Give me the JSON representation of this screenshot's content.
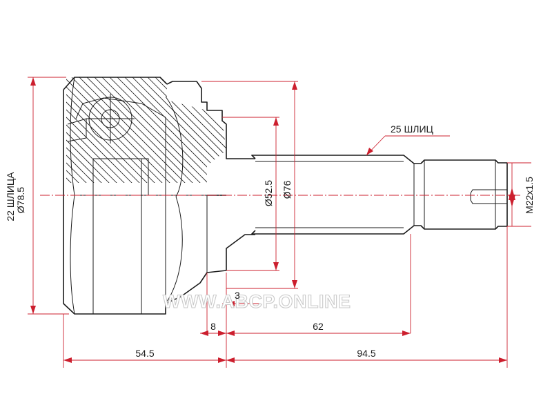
{
  "dimensions": {
    "left_diameter": "Ø78.5",
    "left_splines": "22 ШЛИЦА",
    "seal_diameter": "Ø76",
    "shaft_diameter": "Ø52.5",
    "thread": "M22x1.5",
    "shaft_splines": "25 ШЛИЦ",
    "step_width": "3",
    "flange_width": "8",
    "shaft_length": "62",
    "housing_length": "54.5",
    "overall_shaft_length": "94.5"
  },
  "watermark": "WWW.ABCP.ONLINE",
  "colors": {
    "dimension_lines": "#cc1f2e",
    "outline": "#1a1a1a"
  }
}
